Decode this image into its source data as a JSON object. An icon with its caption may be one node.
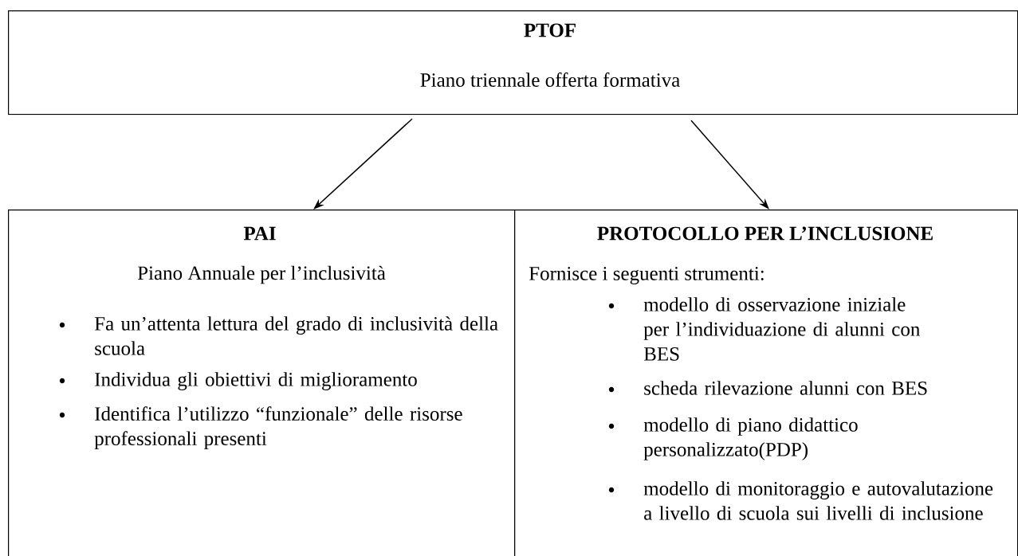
{
  "diagram": {
    "nodes": [
      {
        "text": [
          "PTOF",
          "Piano triennale offerta formativa"
        ]
      },
      {
        "text": [
          "PAI",
          "Piano Annuale per l’inclusività",
          "Fa un’attenta lettura del grado di inclusività della scuola",
          "Individua gli obiettivi di miglioramento",
          "Identifica l’utilizzo “funzionale” delle risorse professionali presenti"
        ]
      },
      {
        "text": [
          "PROTOCOLLO PER L’INCLUSIONE",
          "Fornisce i seguenti strumenti:",
          "modello di osservazione iniziale per l’individuazione di alunni con BES",
          "scheda rilevazione alunni con BES",
          "modello di piano didattico personalizzato(PDP)",
          "modello di monitoraggio e autovalutazione a livello di scuola sui livelli di inclusione"
        ]
      }
    ],
    "edges": [
      {
        "from": 0,
        "to": 1,
        "arrow": "to"
      },
      {
        "from": 0,
        "to": 2,
        "arrow": "to"
      }
    ]
  }
}
